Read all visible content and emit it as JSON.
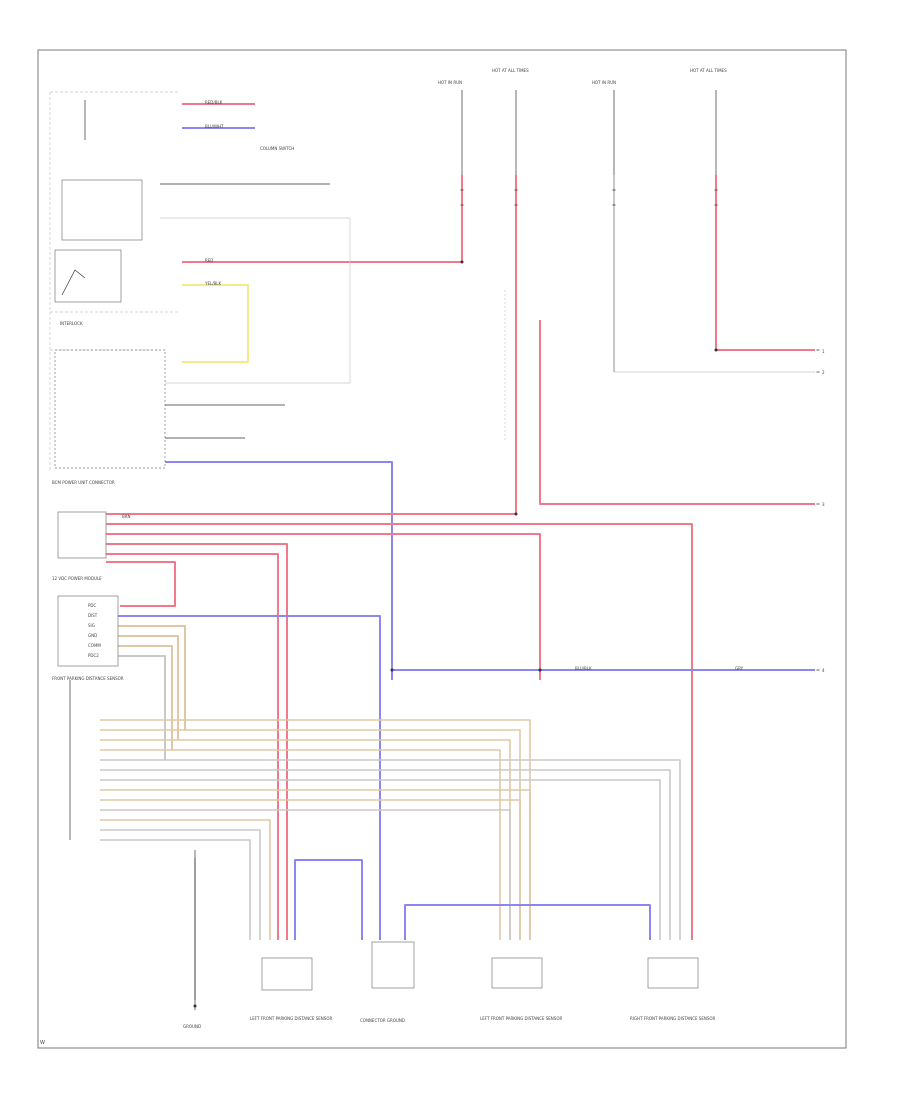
{
  "colors": {
    "red": "#f07a8c",
    "blue": "#8c86ef",
    "yellow": "#f4ea8c",
    "tan": "#e0c8a6",
    "gray": "#c9c9c9",
    "dark": "#333333",
    "border": "#7a7a7a"
  },
  "labels": {
    "interlock_label": "INTERLOCK",
    "column_switch": "COLUMN SWITCH",
    "bcm_block": "BCM\nPOWER UNIT\nCONNECTOR",
    "gateway_block": "12 VDC\nPOWER MODULE",
    "pdc_front_block": "FRONT PARKING\nDISTANCE SENSOR",
    "pdc_sensor_lf": "LEFT FRONT PARKING\nDISTANCE SENSOR",
    "pdc_connector": "CONNECTOR\nGROUND",
    "pdc_sensor_lc": "LEFT FRONT PARKING\nDISTANCE SENSOR",
    "pdc_sensor_rf": "RIGHT FRONT PARKING\nDISTANCE SENSOR",
    "ground_label": "GROUND",
    "footer_code": "W"
  },
  "fuse_blocks": [
    {
      "id": "f1",
      "label": "HOT IN RUN"
    },
    {
      "id": "f2",
      "label": "HOT AT ALL TIMES"
    },
    {
      "id": "f3",
      "label": "HOT IN RUN"
    },
    {
      "id": "f4",
      "label": "HOT AT ALL TIMES"
    }
  ],
  "left_pins": [
    {
      "label": "PDC"
    },
    {
      "label": "DIST"
    },
    {
      "label": "SIG"
    },
    {
      "label": "GND"
    },
    {
      "label": "COMM"
    },
    {
      "label": "PDC2"
    }
  ],
  "wire_tags": [
    {
      "text": "RED/BLK"
    },
    {
      "text": "BLU/WHT"
    },
    {
      "text": "RED"
    },
    {
      "text": "YEL/BLK"
    },
    {
      "text": "BRN"
    },
    {
      "text": "BLU/BLK"
    },
    {
      "text": "GRY"
    }
  ],
  "right_terminals": [
    {
      "label": "1"
    },
    {
      "label": "2"
    },
    {
      "label": "3"
    },
    {
      "label": "4"
    }
  ]
}
